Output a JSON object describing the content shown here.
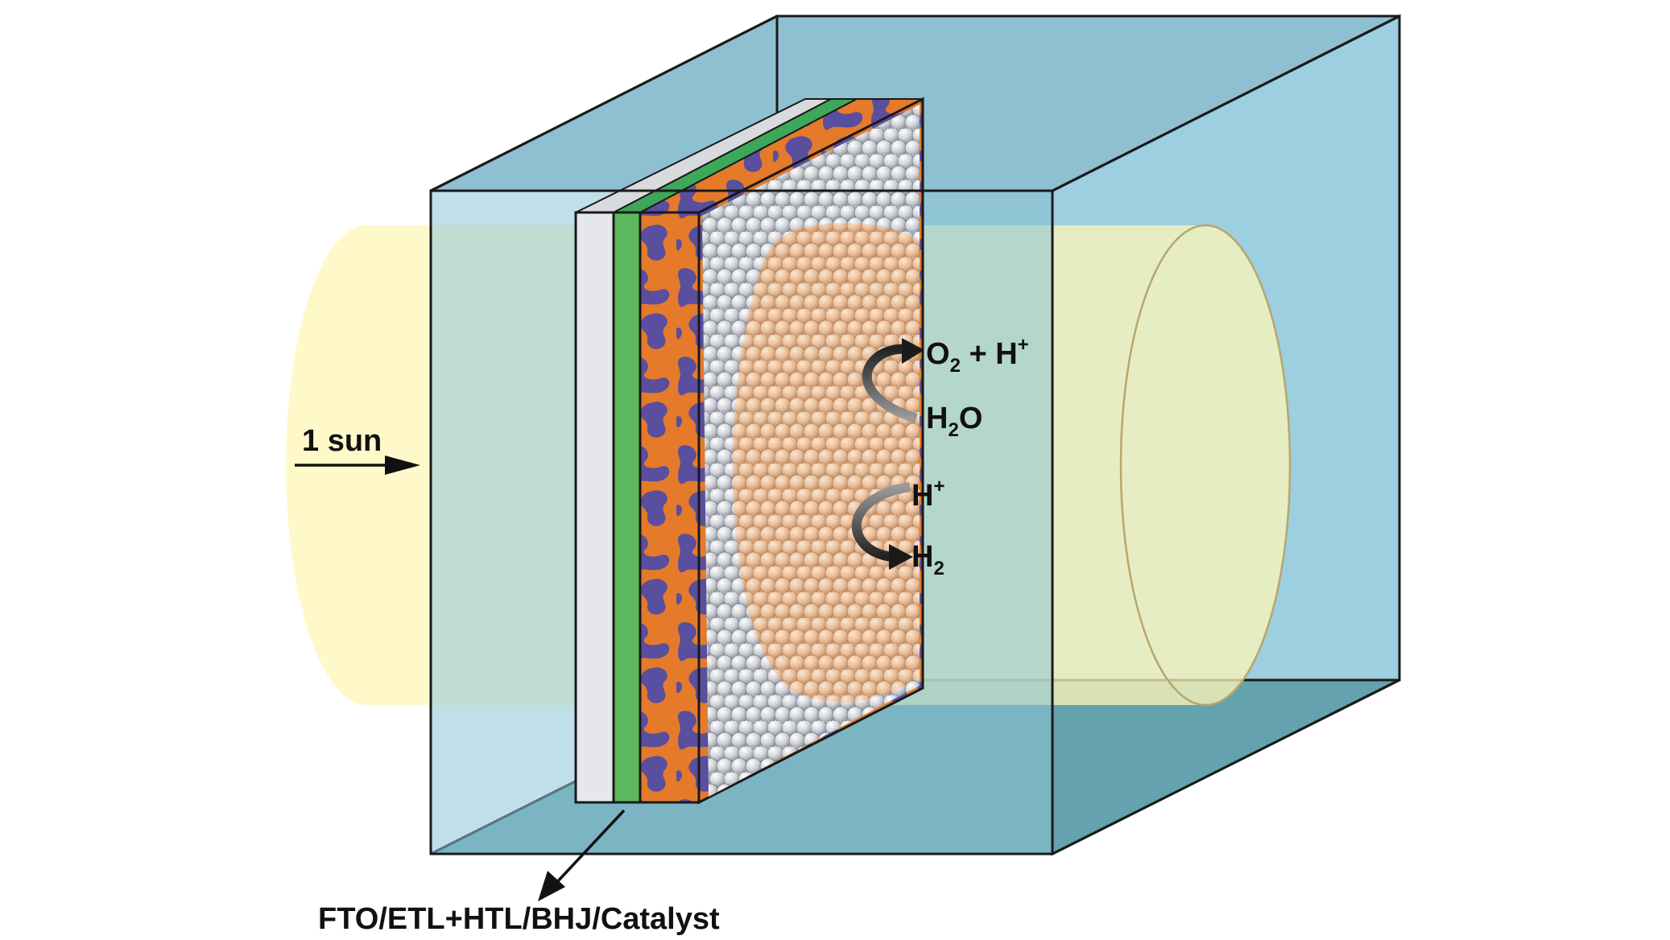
{
  "diagram": {
    "light_label": "1 sun",
    "layer_stack_label": "FTO/ETL+HTL/BHJ/Catalyst",
    "reactions": {
      "anode_product": {
        "o": "O",
        "sub": "2",
        "plus": " + H",
        "sup": "+"
      },
      "anode_reactant": {
        "h": "H",
        "sub": "2",
        "o": "O"
      },
      "cathode_reactant": {
        "h": "H",
        "sup": "+"
      },
      "cathode_product": {
        "h": "H",
        "sub": "2"
      }
    },
    "colors": {
      "electrolyte": "#8ec5d6",
      "electrolyte_floor": "#64a2ad",
      "light_beam": "#fff7b8",
      "fto": "#e6e6e6",
      "transport_layer": "#5cb85c",
      "bhj_orange": "#e57a2a",
      "bhj_purple": "#5a4e9e",
      "catalyst_grey": "#d4d6dc",
      "catalyst_peach": "#f0c8a8",
      "outline": "#1a1a1a"
    },
    "icons": {
      "light_arrow": "arrow-right-icon",
      "layer_pointer": "arrow-down-left-icon",
      "oxidation_arrow": "curved-arrow-up-icon",
      "reduction_arrow": "curved-arrow-down-icon"
    }
  }
}
